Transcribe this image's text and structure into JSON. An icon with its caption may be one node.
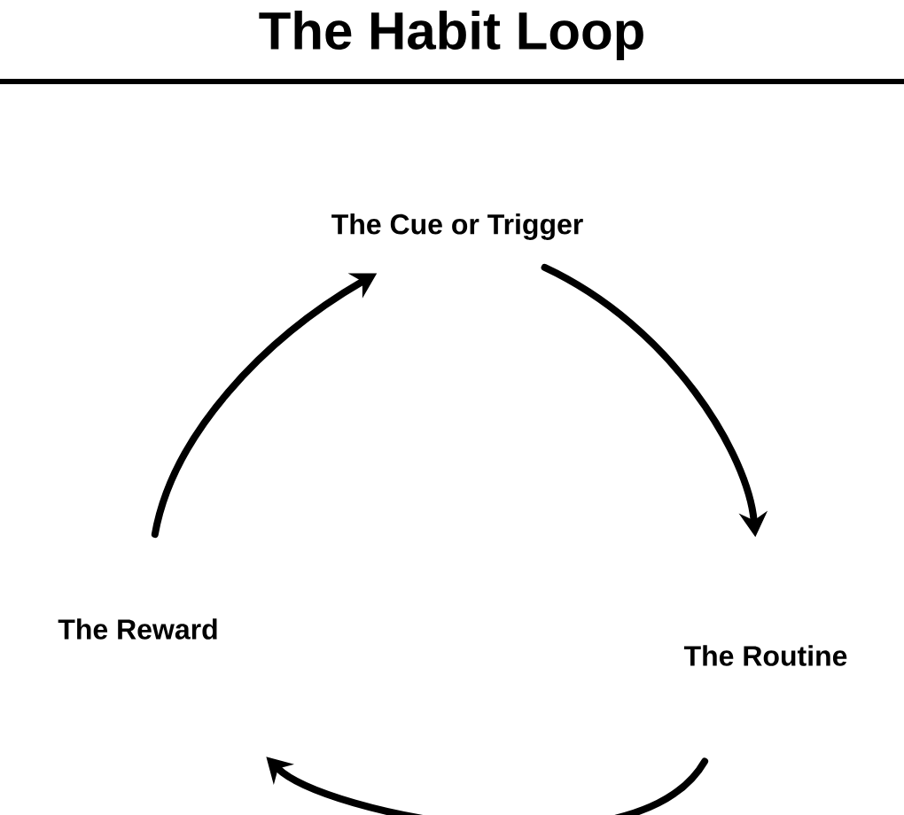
{
  "diagram": {
    "title": "The Habit Loop",
    "nodes": [
      {
        "text": [
          "The Cue or Trigger"
        ]
      },
      {
        "text": [
          "The Routine"
        ]
      },
      {
        "text": [
          "The Reward"
        ]
      }
    ],
    "edges": [
      {
        "from": 0,
        "to": 1,
        "arrow": "to"
      },
      {
        "from": 1,
        "to": 2,
        "arrow": "to"
      },
      {
        "from": 2,
        "to": 0,
        "arrow": "to"
      }
    ]
  }
}
